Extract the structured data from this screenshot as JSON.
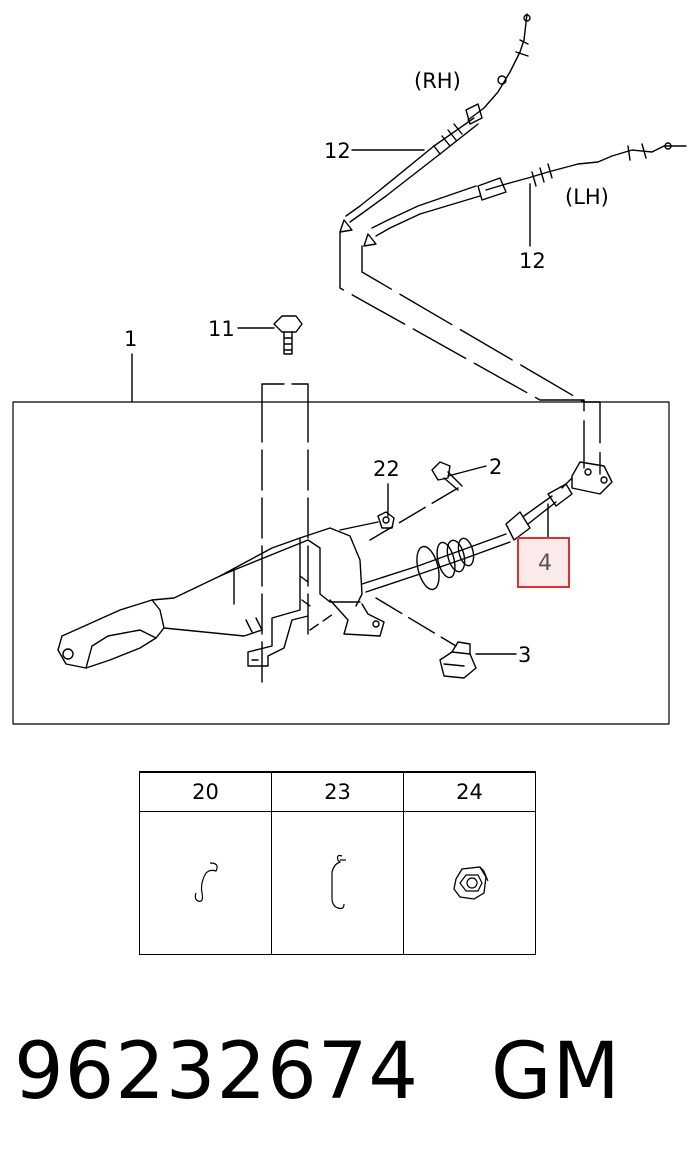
{
  "callouts": {
    "rh": "(RH)",
    "lh": "(LH)",
    "c12_rh": "12",
    "c12_lh": "12",
    "c11": "11",
    "c1": "1",
    "c22": "22",
    "c2": "2",
    "c4": "4",
    "c3": "3"
  },
  "highlight_color": "#e03030",
  "parts_table": {
    "headers": [
      "20",
      "23",
      "24"
    ],
    "icons": [
      "spring-clip-icon",
      "hook-clip-icon",
      "hex-nut-icon"
    ]
  },
  "footer": {
    "part_number": "96232674",
    "brand": "GM"
  }
}
